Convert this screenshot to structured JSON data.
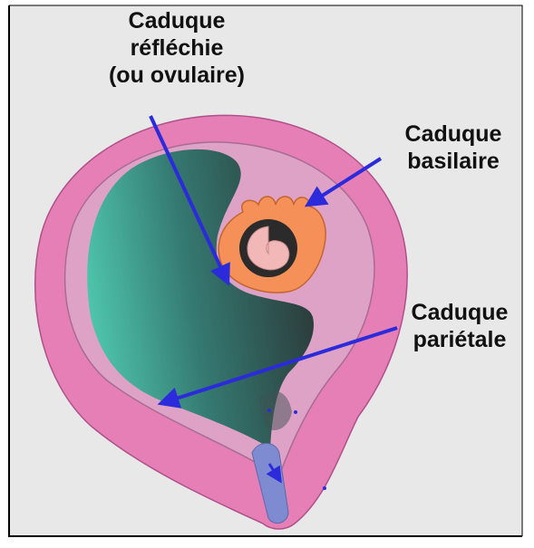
{
  "labels": {
    "reflechie": [
      "Caduque",
      "réfléchie",
      "(ou ovulaire)"
    ],
    "basilaire": [
      "Caduque",
      "basilaire"
    ],
    "parietale": [
      "Caduque",
      "pariétale"
    ]
  },
  "colors": {
    "background": "#e8e8e8",
    "uterine_wall": "#e57fb6",
    "decidua": "#dea2c7",
    "cavity_dark": "#2f4747",
    "cavity_light": "#4fc7ad",
    "embryo_orange": "#f59158",
    "embryo_spiral": "#2b2b2b",
    "embryo_pink": "#f2b8b8",
    "cervical_plug": "#7f8bd0",
    "arrow": "#2b2bdb"
  }
}
